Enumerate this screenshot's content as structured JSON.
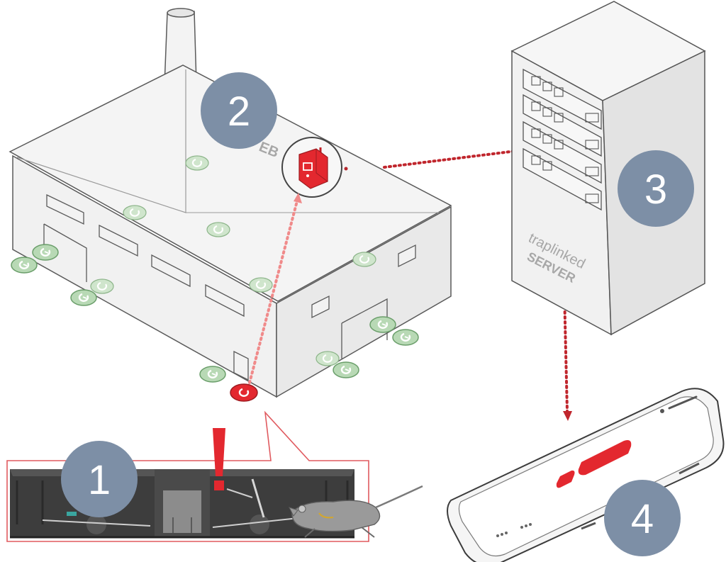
{
  "steps": [
    {
      "number": "1"
    },
    {
      "number": "2"
    },
    {
      "number": "3"
    },
    {
      "number": "4"
    }
  ],
  "server": {
    "brand_line": "traplinked",
    "name_line": "SERVER"
  },
  "gateway_label_fragment": "EB",
  "colors": {
    "badge": "#7d8fa6",
    "alert_red": "#e3282f",
    "trap_green_fill": "#b8d9b5",
    "trap_green_ring": "#6a9e6a",
    "outline": "#5a5a5a",
    "link_red": "#c0262d",
    "link_pink": "#f08a8a"
  },
  "icons": [
    "factory-building",
    "gateway-device-icon",
    "server-tower",
    "smartphone",
    "mouse-trap",
    "rat",
    "exclamation-icon"
  ]
}
